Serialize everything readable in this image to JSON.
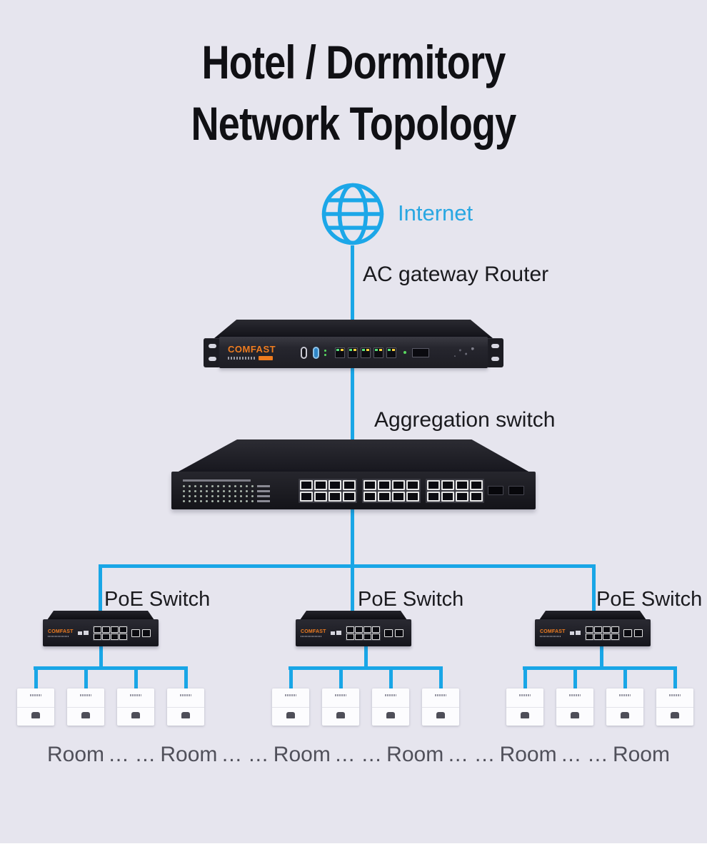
{
  "colors": {
    "background": "#e6e5ee",
    "accent_blue": "#19a6e6",
    "brand_orange": "#ef7c1f",
    "title_ink": "#101014",
    "room_text": "#50505a"
  },
  "title": {
    "line1": "Hotel / Dormitory",
    "line2": "Network Topology"
  },
  "internet": {
    "label": "Internet"
  },
  "labels": {
    "router": "AC gateway Router",
    "aggregation": "Aggregation switch",
    "poe_switch": "PoE Switch"
  },
  "devices": {
    "brand": "COMFAST"
  },
  "rooms": {
    "items": [
      "Room",
      "... ...",
      "Room",
      "... ...",
      "Room",
      "... ...",
      "Room",
      "... ...",
      "Room",
      "... ...",
      "Room"
    ]
  }
}
